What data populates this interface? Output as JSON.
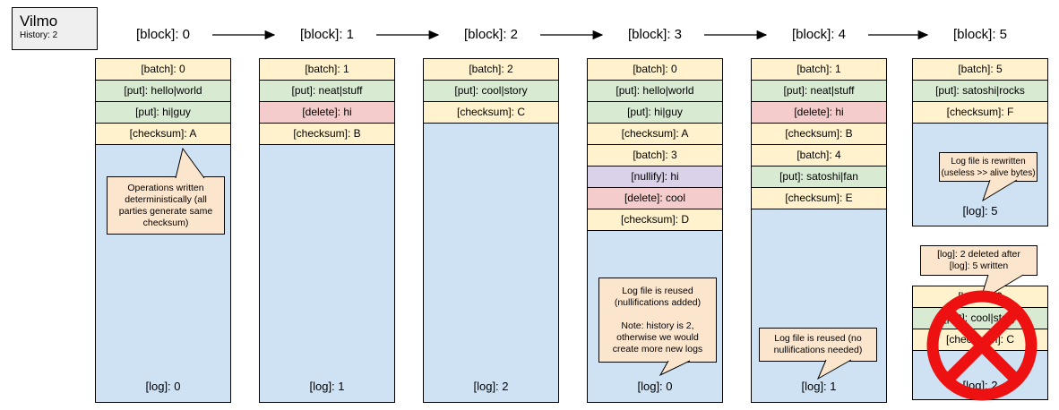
{
  "legend": {
    "title": "Vilmo",
    "subtitle": "History: 2"
  },
  "palette": {
    "batch_row": "#fff2cc",
    "put_row": "#d9ead3",
    "delete_row": "#f4cccc",
    "nullify_row": "#d9d2e9",
    "checksum_row": "#fff2cc",
    "log_area": "#cfe2f3",
    "callout_bg": "#fce5cd",
    "legend_bg": "#efefef",
    "prohibition_red": "#ee1111",
    "border": "#000000"
  },
  "blocks": [
    {
      "header": "[block]: 0",
      "rows": [
        "[batch]: 0",
        "[put]: hello|world",
        "[put]: hi|guy",
        "[checksum]: A"
      ],
      "log": "[log]: 0"
    },
    {
      "header": "[block]: 1",
      "rows": [
        "[batch]: 1",
        "[put]: neat|stuff",
        "[delete]: hi",
        "[checksum]: B"
      ],
      "log": "[log]: 1"
    },
    {
      "header": "[block]: 2",
      "rows": [
        "[batch]: 2",
        "[put]: cool|story",
        "[checksum]: C"
      ],
      "log": "[log]: 2"
    },
    {
      "header": "[block]: 3",
      "rows": [
        "[batch]: 0",
        "[put]: hello|world",
        "[put]: hi|guy",
        "[checksum]: A",
        "[batch]: 3",
        "[nullify]: hi",
        "[delete]: cool",
        "[checksum]: D"
      ],
      "log": "[log]: 0"
    },
    {
      "header": "[block]: 4",
      "rows": [
        "[batch]: 1",
        "[put]: neat|stuff",
        "[delete]: hi",
        "[checksum]: B",
        "[batch]: 4",
        "[put]: satoshi|fan",
        "[checksum]: E"
      ],
      "log": "[log]: 1"
    },
    {
      "header": "[block]: 5",
      "rows": [
        "[batch]: 5",
        "[put]: satoshi|rocks",
        "[checksum]: F"
      ],
      "log": "[log]: 5"
    }
  ],
  "deleted_log_box": {
    "rows": [
      "[batch]: 2",
      "[put]: cool|story",
      "[checksum]: C"
    ],
    "log": "[log]: 2"
  },
  "callouts": {
    "deterministic": "Operations written\ndeterministically (all\nparties generate same\nchecksum)",
    "reused_nullified": "Log file is reused\n(nullifications added)\n\nNote: history is 2,\notherwise we would\ncreate more new logs",
    "reused_clean": "Log file is reused (no\nnullifications needed)",
    "rewritten": "Log file is rewritten\n(useless >> alive bytes)",
    "deleted_note": "[log]: 2 deleted after\n[log]: 5 written"
  }
}
